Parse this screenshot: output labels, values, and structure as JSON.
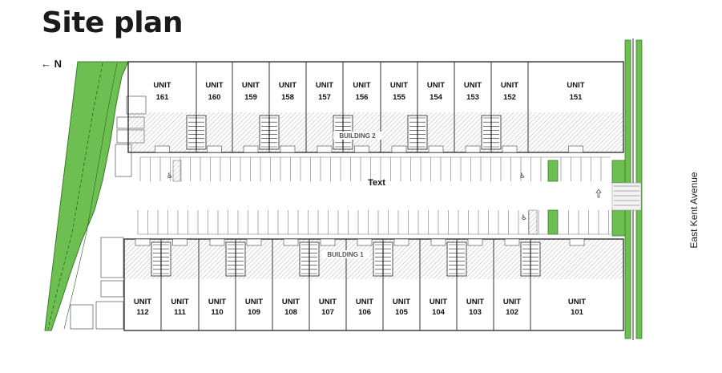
{
  "title": "Site plan",
  "north_indicator": "← N",
  "street_label": "East Kent Avenue",
  "drive_aisle_label": "Text",
  "colors": {
    "landscape": "#6dbf52",
    "wall": "#333333",
    "hatch": "#b4b4b4"
  },
  "buildings": [
    {
      "label": "BUILDING 2",
      "units": [
        {
          "word": "UNIT",
          "number": "161"
        },
        {
          "word": "UNIT",
          "number": "160"
        },
        {
          "word": "UNIT",
          "number": "159"
        },
        {
          "word": "UNIT",
          "number": "158"
        },
        {
          "word": "UNIT",
          "number": "157"
        },
        {
          "word": "UNIT",
          "number": "156"
        },
        {
          "word": "UNIT",
          "number": "155"
        },
        {
          "word": "UNIT",
          "number": "154"
        },
        {
          "word": "UNIT",
          "number": "153"
        },
        {
          "word": "UNIT",
          "number": "152"
        },
        {
          "word": "UNIT",
          "number": "151"
        }
      ]
    },
    {
      "label": "BUILDING 1",
      "units": [
        {
          "word": "UNIT",
          "number": "112"
        },
        {
          "word": "UNIT",
          "number": "111"
        },
        {
          "word": "UNIT",
          "number": "110"
        },
        {
          "word": "UNIT",
          "number": "109"
        },
        {
          "word": "UNIT",
          "number": "108"
        },
        {
          "word": "UNIT",
          "number": "107"
        },
        {
          "word": "UNIT",
          "number": "106"
        },
        {
          "word": "UNIT",
          "number": "105"
        },
        {
          "word": "UNIT",
          "number": "104"
        },
        {
          "word": "UNIT",
          "number": "103"
        },
        {
          "word": "UNIT",
          "number": "102"
        },
        {
          "word": "UNIT",
          "number": "101"
        }
      ]
    }
  ]
}
